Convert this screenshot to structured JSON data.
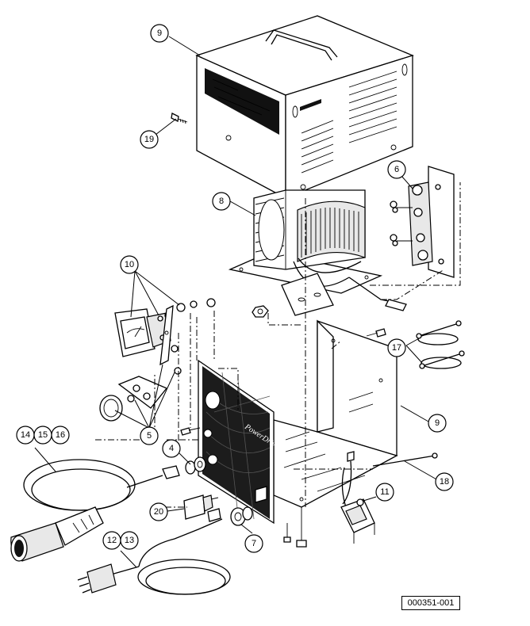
{
  "callouts": {
    "c9_top": "9",
    "c19": "19",
    "c6": "6",
    "c8": "8",
    "c10": "10",
    "c17": "17",
    "c9_base": "9",
    "c5": "5",
    "c4": "4",
    "c14": "14",
    "c15": "15",
    "c16": "16",
    "c18": "18",
    "c11": "11",
    "c20": "20",
    "c7": "7",
    "c12": "12",
    "c13": "13"
  },
  "reference_number": "000351-001",
  "icons": [
    "cover",
    "transformer",
    "rectifier-bracket",
    "ammeter",
    "fuse-block",
    "dc-cord",
    "ac-cord",
    "base-chassis",
    "screw",
    "nut",
    "fuse-holder",
    "wire-lead"
  ]
}
